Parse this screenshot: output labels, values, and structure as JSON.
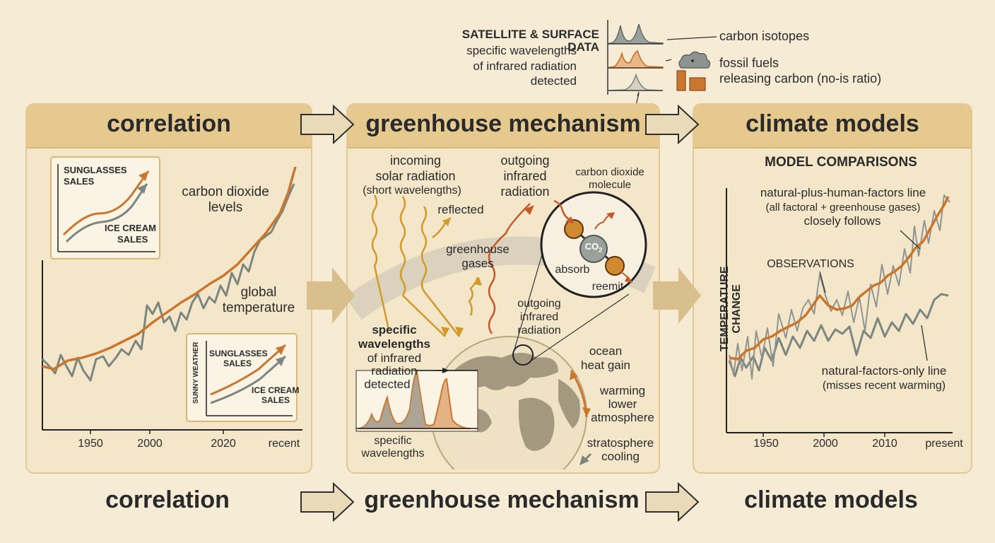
{
  "colors": {
    "background": "#f6ecd6",
    "panel": "#f4e6c8",
    "header": "#e5c98f",
    "orange": "#c9762f",
    "gray": "#7d8580"
  },
  "top_callout": {
    "title": "SATELLITE & SURFACE DATA",
    "line1": "specific wavelengths",
    "line2": "of infrared radiation",
    "line3": "detected",
    "isotopes_label": "carbon isotopes",
    "fossil_line1": "fossil fuels",
    "fossil_line2": "releasing carbon (no-is ratio)"
  },
  "panels": {
    "correlation": {
      "title": "correlation",
      "inset_top": {
        "line1": "SUNGLASSES",
        "line2": "SALES",
        "line3": "ICE CREAM",
        "line4": "SALES"
      },
      "inset_bottom": {
        "side": "SUNNY WEATHER",
        "line1": "SUNGLASSES",
        "line2": "SALES",
        "line3": "ICE CREAM",
        "line4": "SALES"
      },
      "co2_line1": "carbon dioxide",
      "co2_line2": "levels",
      "temp_line1": "global",
      "temp_line2": "temperature",
      "ticks": [
        "1950",
        "2000",
        "2020",
        "recent"
      ]
    },
    "greenhouse": {
      "title": "greenhouse mechanism",
      "incoming1": "incoming",
      "incoming2": "solar radiation",
      "incoming3": "(short wavelengths)",
      "reflected": "reflected",
      "gases1": "greenhouse",
      "gases2": "gases",
      "outgoing1": "outgoing",
      "outgoing2": "infrared",
      "outgoing3": "radiation",
      "molecule1": "carbon dioxide",
      "molecule2": "molecule",
      "co2": "CO",
      "co2_sub": "2",
      "absorb": "absorb",
      "reemit": "reemit",
      "out2_1": "outgoing",
      "out2_2": "infrared",
      "out2_3": "radiation",
      "spec1": "specific",
      "spec2": "wavelengths",
      "spec3": "of infrared",
      "spec4": "radiation",
      "spec5": "detected",
      "spec_bottom1": "specific",
      "spec_bottom2": "wavelengths",
      "ocean1": "ocean",
      "ocean2": "heat gain",
      "warm1": "warming",
      "warm2": "lower",
      "warm3": "atmosphere",
      "strat1": "stratosphere",
      "strat2": "cooling"
    },
    "models": {
      "title": "climate models",
      "subtitle": "MODEL COMPARISONS",
      "ylabel": "TEMPERATURE CHANGE",
      "nph1": "natural-plus-human-factors line",
      "nph2": "(all factoral + greenhouse gases)",
      "nph3": "closely follows",
      "obs": "OBSERVATIONS",
      "nat1": "natural-factors-only line",
      "nat2": "(misses recent warming)",
      "ticks": [
        "1950",
        "2000",
        "2010",
        "present"
      ]
    }
  },
  "bottom_labels": [
    "correlation",
    "greenhouse mechanism",
    "climate models"
  ]
}
